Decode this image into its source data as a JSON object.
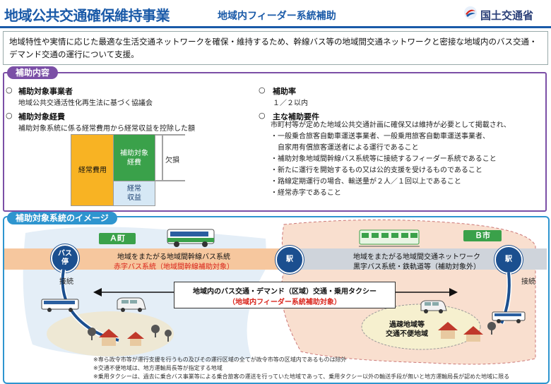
{
  "header": {
    "title": "地域公共交通確保維持事業",
    "subtitle": "地域内フィーダー系統補助",
    "ministry": "国土交通省"
  },
  "intro": "地域特性や実情に応じた最適な生活交通ネットワークを確保・維持するため、幹線バス等の地域間交通ネットワークと密接な地域内のバス交通・デマンド交通の運行について支援。",
  "subsidy": {
    "tab": "補助内容",
    "recipient_head": "補助対象事業者",
    "recipient_body": "地域公共交通活性化再生法に基づく協議会",
    "cost_head": "補助対象経費",
    "cost_body": "補助対象系統に係る経常費用から経常収益を控除した額",
    "diagram": {
      "cost": "経常費用",
      "covered": "補助対象\n経費",
      "income": "経常\n収益",
      "deficit": "欠損"
    },
    "rate_head": "補助率",
    "rate_body": "１／２以内",
    "req_head": "主な補助要件",
    "requirements": [
      "市町村等が定めた地域公共交通計画に確保又は維持が必要として掲載され、",
      "・一般乗合旅客自動車運送事業者、一般乗用旅客自動車運送事業者、",
      "　自家用有償旅客運送者による運行であること",
      "・補助対象地域間幹線バス系統等に接続するフィーダー系統であること",
      "・新たに運行を開始するもの又は公的支援を受けるものであること",
      "・路線定期運行の場合、輸送量が２人／１回以上であること",
      "・経常赤字であること"
    ]
  },
  "image": {
    "tab": "補助対象系統のイメージ",
    "town_a": "Ａ町",
    "city_b": "Ｂ市",
    "bus_stop": "バス\n停",
    "station_mid": "駅",
    "station_right": "駅",
    "left_line1": "地域をまたがる地域間幹線バス系統",
    "left_line2": "赤字バス系統（地域間幹線補助対象）",
    "right_line1": "地域をまたがる地域間交通ネットワーク",
    "right_line2": "黒字バス系統・鉄軌道等（補助対象外）",
    "connect_left": "接続",
    "connect_right": "接続",
    "feeder_line1": "地域内のバス交通・デマンド（区域）交通・乗用タクシー",
    "feeder_line2": "（地域内フィーダー系統補助対象）",
    "remote_area": "過疎地域等\n交通不便地域",
    "notes": [
      "※専ら政令市等が運行支援を行うもの及びその運行区域の全てが政令市等の区域内であるものは除外",
      "※交通不便地域は、地方運輸局長等が指定する地域",
      "※乗用タクシーは、過去に乗合バス事業等による乗合旅客の運送を行っていた地域であって、乗用タクシー以外の輸送手段が無いと地方運輸局長が認めた地域に限る"
    ]
  },
  "colors": {
    "brand_blue": "#1a5aa8",
    "purple": "#7b4fa6",
    "sky": "#2e95cf",
    "red": "#d9251c",
    "green": "#3aa14a",
    "orange": "#f6a01a"
  }
}
